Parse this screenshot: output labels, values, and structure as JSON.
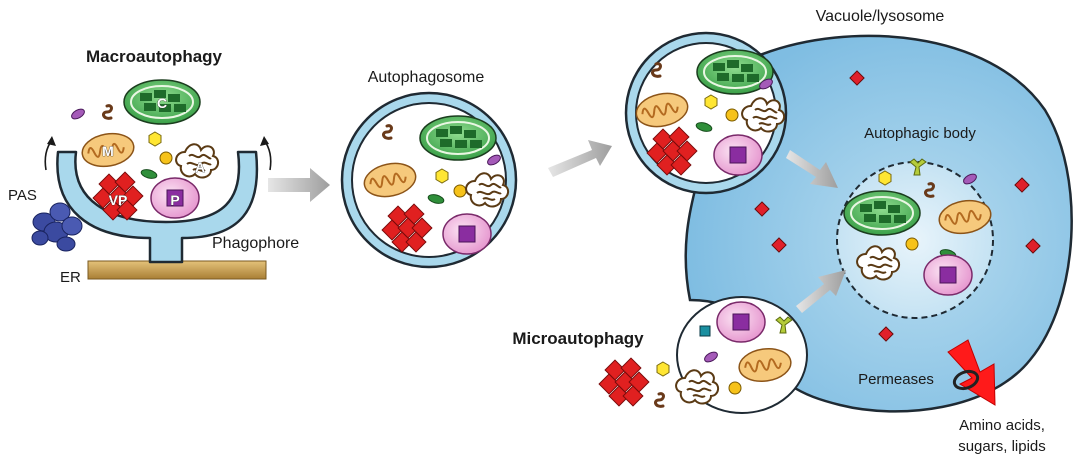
{
  "labels": {
    "macroautophagy": "Macroautophagy",
    "autophagosome": "Autophagosome",
    "vacuole": "Vacuole/lysosome",
    "autophagic_body": "Autophagic body",
    "phagophore": "Phagophore",
    "pas": "PAS",
    "er": "ER",
    "microautophagy": "Microautophagy",
    "permeases": "Permeases",
    "products_line1": "Amino acids,",
    "products_line2": "sugars, lipids"
  },
  "organelle_letters": {
    "chloroplast": "C",
    "mitochondrion": "M",
    "aggregate": "A",
    "vp": "VP",
    "peroxisome": "P"
  },
  "colors": {
    "vacuole_fill": "#8fc7e6",
    "membrane_fill": "#a9d8ec",
    "membrane_stroke": "#1f2a33",
    "chloroplast": "#5cb85c",
    "chloroplast_dark": "#1e6b2a",
    "mitochondrion": "#f2c37a",
    "mito_stroke": "#a0652a",
    "vp_red": "#e02020",
    "peroxisome_pink": "#f2b6de",
    "peroxisome_core": "#8a2da0",
    "yellow": "#ffe633",
    "er_fill": "#c9a65a",
    "pas_blue": "#3b4aa0",
    "arrow_gray": "#b5b5b5",
    "efflux_red": "#ff1a1a"
  }
}
